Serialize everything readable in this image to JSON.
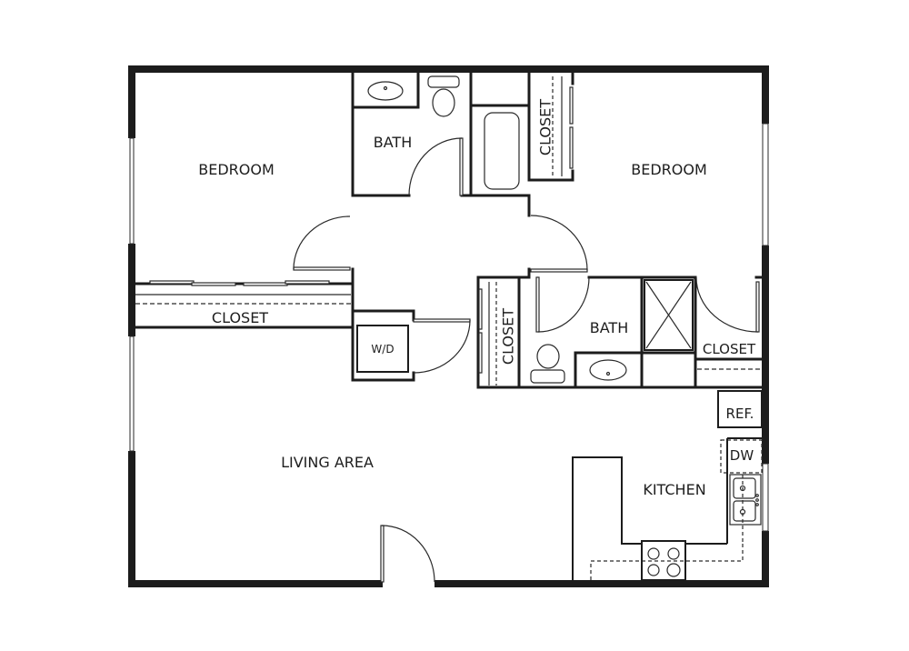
{
  "plan": {
    "type": "floor-plan",
    "colors": {
      "wall": "#1c1c1c",
      "line": "#2a2a2a",
      "background": "#ffffff"
    },
    "rooms": [
      {
        "id": "bedroom-left",
        "label": "BEDROOM"
      },
      {
        "id": "bath-top",
        "label": "BATH"
      },
      {
        "id": "closet-top",
        "label": "CLOSET"
      },
      {
        "id": "bedroom-right",
        "label": "BEDROOM"
      },
      {
        "id": "closet-left",
        "label": "CLOSET"
      },
      {
        "id": "laundry",
        "label": "W/D"
      },
      {
        "id": "closet-mid",
        "label": "CLOSET"
      },
      {
        "id": "bath-mid",
        "label": "BATH"
      },
      {
        "id": "closet-right",
        "label": "CLOSET"
      },
      {
        "id": "living",
        "label": "LIVING AREA"
      },
      {
        "id": "kitchen",
        "label": "KITCHEN"
      },
      {
        "id": "refrigerator",
        "label": "REF."
      },
      {
        "id": "dishwasher",
        "label": "DW"
      }
    ]
  }
}
